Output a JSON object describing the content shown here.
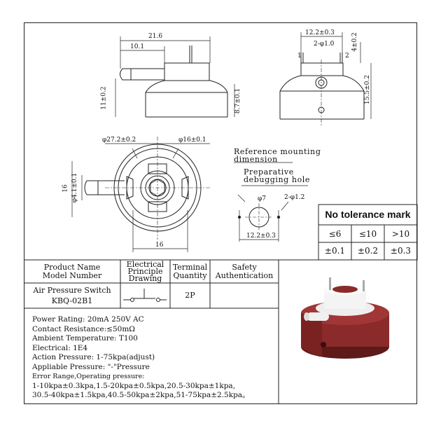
{
  "drawing": {
    "front_view": {
      "dim_total_width": "21.6",
      "dim_inner_width": "10.1",
      "dim_left_height": "11±0.2",
      "dim_right_height": "8.7±0.1"
    },
    "side_view": {
      "dim_pin_spacing": "12.2±0.3",
      "dim_pin_dia": "2-φ1.0",
      "dim_pin_height": "4±0.2",
      "dim_total_height": "15.5±0.2",
      "pin_label_1": "1",
      "pin_label_2": "2"
    },
    "top_view": {
      "dim_outer_dia": "φ27.2±0.2",
      "dim_inner_dia": "φ16±0.1",
      "dim_nozzle_dia": "φ4.1±0.1",
      "dim_height": "16",
      "dim_bottom": "16"
    },
    "mounting": {
      "ref_line1": "Reference mounting",
      "ref_line2": "dimension",
      "prep_line1": "Preparative",
      "prep_line2": "debugging hole",
      "dim_hole_dia": "φ7",
      "dim_pin_holes": "2-φ1.2",
      "dim_spacing": "12.2±0.3"
    }
  },
  "tolerance": {
    "title": "No tolerance mark",
    "ranges": [
      "≤6",
      "≤10",
      ">10"
    ],
    "values": [
      "±0.1",
      "±0.2",
      "±0.3"
    ]
  },
  "table": {
    "headers": {
      "product_name_1": "Product Name",
      "product_name_2": "Model Number",
      "principle_1": "Electrical",
      "principle_2": "Principle",
      "principle_3": "Drawing",
      "terminal_1": "Terminal",
      "terminal_2": "Quantity",
      "safety_1": "Safety",
      "safety_2": "Authentication"
    },
    "row": {
      "product_name": "Air Pressure Switch",
      "model_number": "KBQ-02B1",
      "terminal_quantity": "2P"
    }
  },
  "specs": [
    "Power Rating: 20mA 250V AC",
    "Contact Resistance:≤50mΩ",
    "Ambient Temperature: T100",
    "Electrical: 1E4",
    "Action Pressure: 1-75kpa(adjust)",
    "Appliable Pressure: \"-\"Pressure",
    "Error Range,Operating pressure:",
    "1-10kpa±0.3kpa,1.5-20kpa±0.5kpa,20.5-30kpa±1kpa,",
    "30.5-40kpa±1.5kpa,40.5-50kpa±2kpa,51-75kpa±2.5kpa。"
  ],
  "colors": {
    "body": "#8a2a2a",
    "body_dark": "#6a1c1c",
    "cap": "#f3f3f3",
    "line": "#222222"
  }
}
